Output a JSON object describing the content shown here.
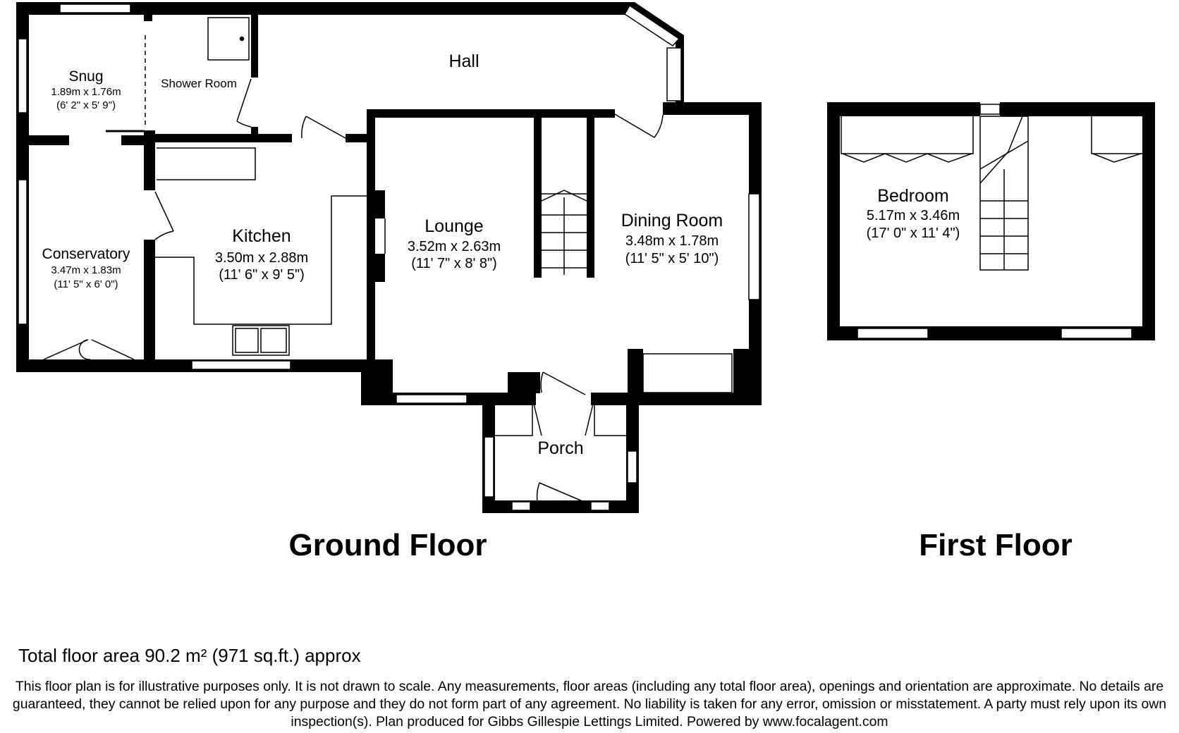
{
  "rooms": {
    "snug": {
      "name": "Snug",
      "dims_m": "1.89m x 1.76m",
      "dims_ft": "(6' 2\" x 5' 9\")"
    },
    "shower": {
      "name": "Shower Room"
    },
    "hall": {
      "name": "Hall"
    },
    "conservatory": {
      "name": "Conservatory",
      "dims_m": "3.47m x 1.83m",
      "dims_ft": "(11' 5\" x 6' 0\")"
    },
    "kitchen": {
      "name": "Kitchen",
      "dims_m": "3.50m x 2.88m",
      "dims_ft": "(11' 6\" x 9' 5\")"
    },
    "lounge": {
      "name": "Lounge",
      "dims_m": "3.52m x 2.63m",
      "dims_ft": "(11' 7\" x 8' 8\")"
    },
    "dining": {
      "name": "Dining Room",
      "dims_m": "3.48m x 1.78m",
      "dims_ft": "(11' 5\" x 5' 10\")"
    },
    "porch": {
      "name": "Porch"
    },
    "bedroom": {
      "name": "Bedroom",
      "dims_m": "5.17m x 3.46m",
      "dims_ft": "(17' 0\" x 11' 4\")"
    }
  },
  "floors": {
    "ground": "Ground Floor",
    "first": "First Floor"
  },
  "total_area": "Total floor area 90.2 m² (971 sq.ft.) approx",
  "disclaimer": "This floor plan is for illustrative purposes only. It is not drawn to scale. Any measurements, floor areas (including any total floor area), openings and orientation are approximate. No details are guaranteed, they cannot be relied upon for any purpose and they do not form part of any agreement. No liability is taken for any error, omission or misstatement. A party must rely upon its own inspection(s). Plan produced for Gibbs Gillespie Lettings Limited. Powered by www.focalagent.com"
}
